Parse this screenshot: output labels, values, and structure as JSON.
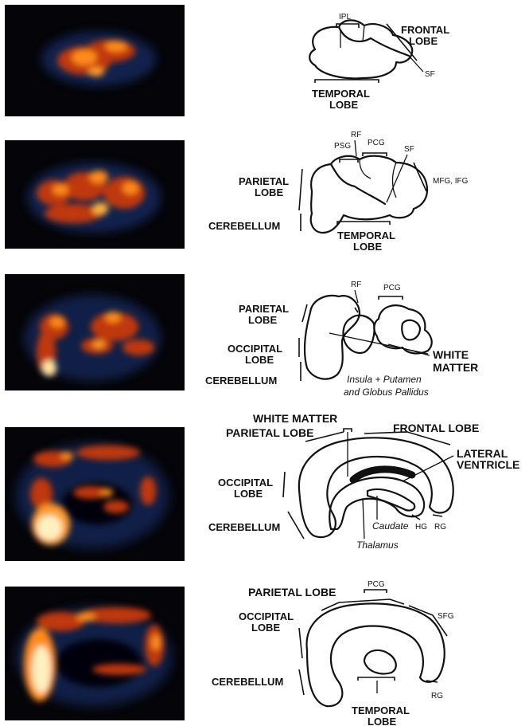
{
  "panels": [
    {
      "labels": {
        "ipl": "IPL",
        "frontal": "FRONTAL",
        "frontal2": "LOBE",
        "sf": "SF",
        "temporal": "TEMPORAL",
        "temporal2": "LOBE"
      }
    },
    {
      "labels": {
        "rf": "RF",
        "psg": "PSG",
        "pcg": "PCG",
        "sf": "SF",
        "mfg": "MFG, IFG",
        "parietal": "PARIETAL",
        "parietal2": "LOBE",
        "cerebellum": "CEREBELLUM",
        "temporal": "TEMPORAL",
        "temporal2": "LOBE"
      }
    },
    {
      "labels": {
        "rf": "RF",
        "pcg": "PCG",
        "parietal": "PARIETAL",
        "parietal2": "LOBE",
        "occipital": "OCCIPITAL",
        "occipital2": "LOBE",
        "white": "WHITE",
        "matter": "MATTER",
        "cerebellum": "CEREBELLUM",
        "insula": "Insula + Putamen",
        "globus": "and Globus Pallidus"
      }
    },
    {
      "labels": {
        "white_matter": "WHITE MATTER",
        "parietal": "PARIETAL LOBE",
        "frontal": "FRONTAL LOBE",
        "lateral": "LATERAL",
        "ventricle": "VENTRICLE",
        "occipital": "OCCIPITAL",
        "occipital2": "LOBE",
        "cerebellum": "CEREBELLUM",
        "hg": "HG",
        "rg": "RG",
        "caudate": "Caudate",
        "thalamus": "Thalamus"
      }
    },
    {
      "labels": {
        "parietal": "PARIETAL LOBE",
        "pcg": "PCG",
        "occipital": "OCCIPITAL",
        "occipital2": "LOBE",
        "sfg": "SFG",
        "cerebellum": "CEREBELLUM",
        "rg": "RG",
        "temporal": "TEMPORAL",
        "temporal2": "LOBE"
      }
    }
  ]
}
